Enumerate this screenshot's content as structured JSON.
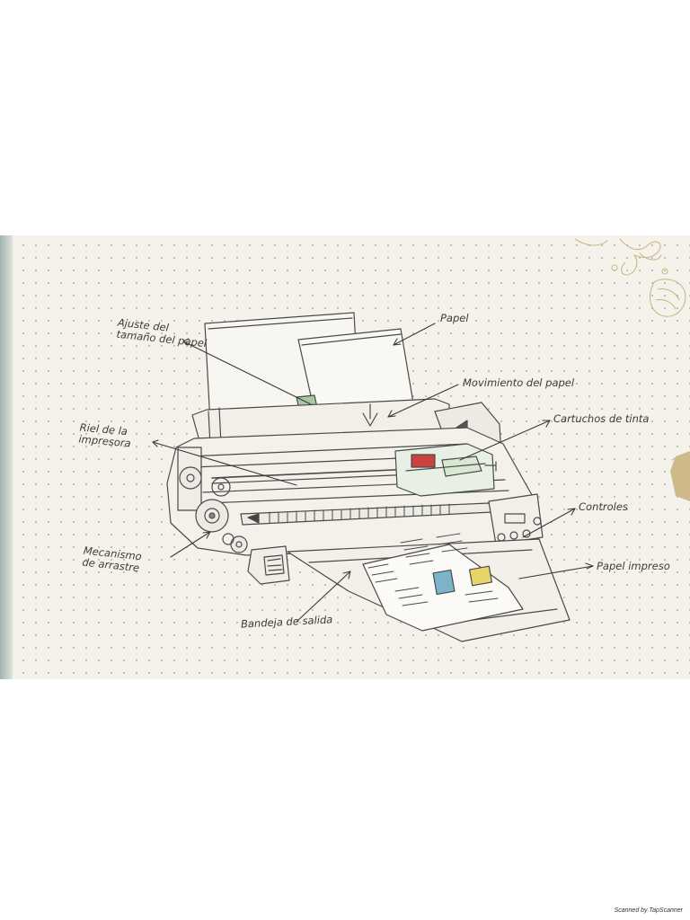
{
  "labels": {
    "ajuste_line1": "Ajuste del",
    "ajuste_line2": "tamaño del papel",
    "papel": "Papel",
    "movimiento": "Movimiento del papel",
    "riel_line1": "Riel de la",
    "riel_line2": "impresora",
    "cartuchos": "Cartuchos de tinta",
    "controles": "Controles",
    "mecanismo_line1": "Mecanismo",
    "mecanismo_line2": "de arrastre",
    "papel_impreso": "Papel impreso",
    "bandeja": "Bandeja de salida"
  },
  "footer": "Scanned by TapScanner",
  "colors": {
    "pencil": "#4a4a4a",
    "paper_guide_green": "#a9c7a2",
    "cartridge_blue": "#7db3c9",
    "cartridge_yellow": "#e9d46a",
    "cartridge_red": "#c9423e",
    "gold_doodle": "#c9b98a"
  }
}
